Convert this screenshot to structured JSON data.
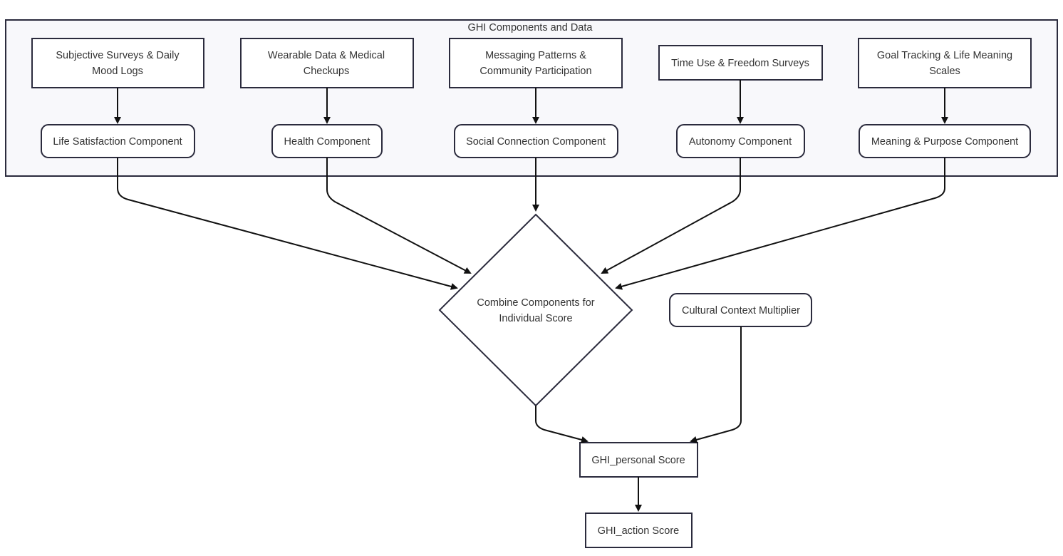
{
  "group": {
    "title": "GHI Components and Data"
  },
  "sources": {
    "surveys": [
      "Subjective Surveys & Daily",
      "Mood Logs"
    ],
    "wearable": [
      "Wearable Data & Medical",
      "Checkups"
    ],
    "messaging": [
      "Messaging Patterns &",
      "Community Participation"
    ],
    "timeuse": [
      "Time Use & Freedom Surveys"
    ],
    "goals": [
      "Goal Tracking & Life Meaning",
      "Scales"
    ]
  },
  "components": {
    "life": "Life Satisfaction Component",
    "health": "Health Component",
    "social": "Social Connection Component",
    "autonomy": "Autonomy Component",
    "meaning": "Meaning & Purpose Component"
  },
  "decision": [
    "Combine Components for",
    "Individual Score"
  ],
  "cultural": "Cultural Context Multiplier",
  "personal": "GHI_personal Score",
  "action": "GHI_action Score"
}
